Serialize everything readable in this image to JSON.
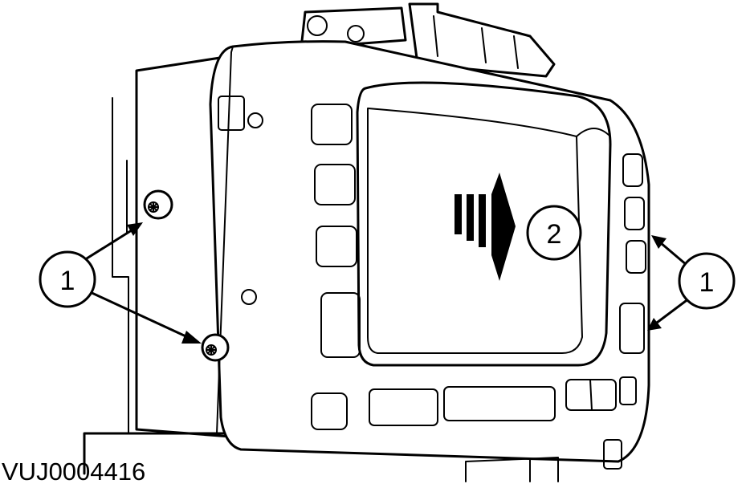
{
  "figure_id": "VUJ0004416",
  "callouts": {
    "left_label": "1",
    "center_label": "2",
    "right_label": "1"
  }
}
